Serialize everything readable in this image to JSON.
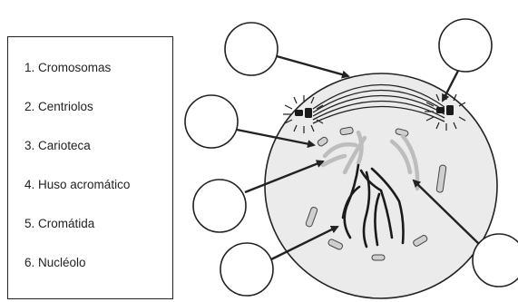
{
  "legend": {
    "items": [
      {
        "number": "1.",
        "label": "Cromosomas"
      },
      {
        "number": "2.",
        "label": "Centriolos"
      },
      {
        "number": "3.",
        "label": "Carioteca"
      },
      {
        "number": "4.",
        "label": "Huso acromático"
      },
      {
        "number": "5.",
        "label": "Cromátida"
      },
      {
        "number": "6.",
        "label": "Nucléolo"
      }
    ]
  },
  "answer_circles": [
    "",
    "",
    "",
    "",
    "",
    ""
  ],
  "colors": {
    "outline": "#222222",
    "cell_fill": "#ebebeb",
    "light_chromatin": "#bdbdbd",
    "dark_chromosome": "#1a1a1a"
  }
}
